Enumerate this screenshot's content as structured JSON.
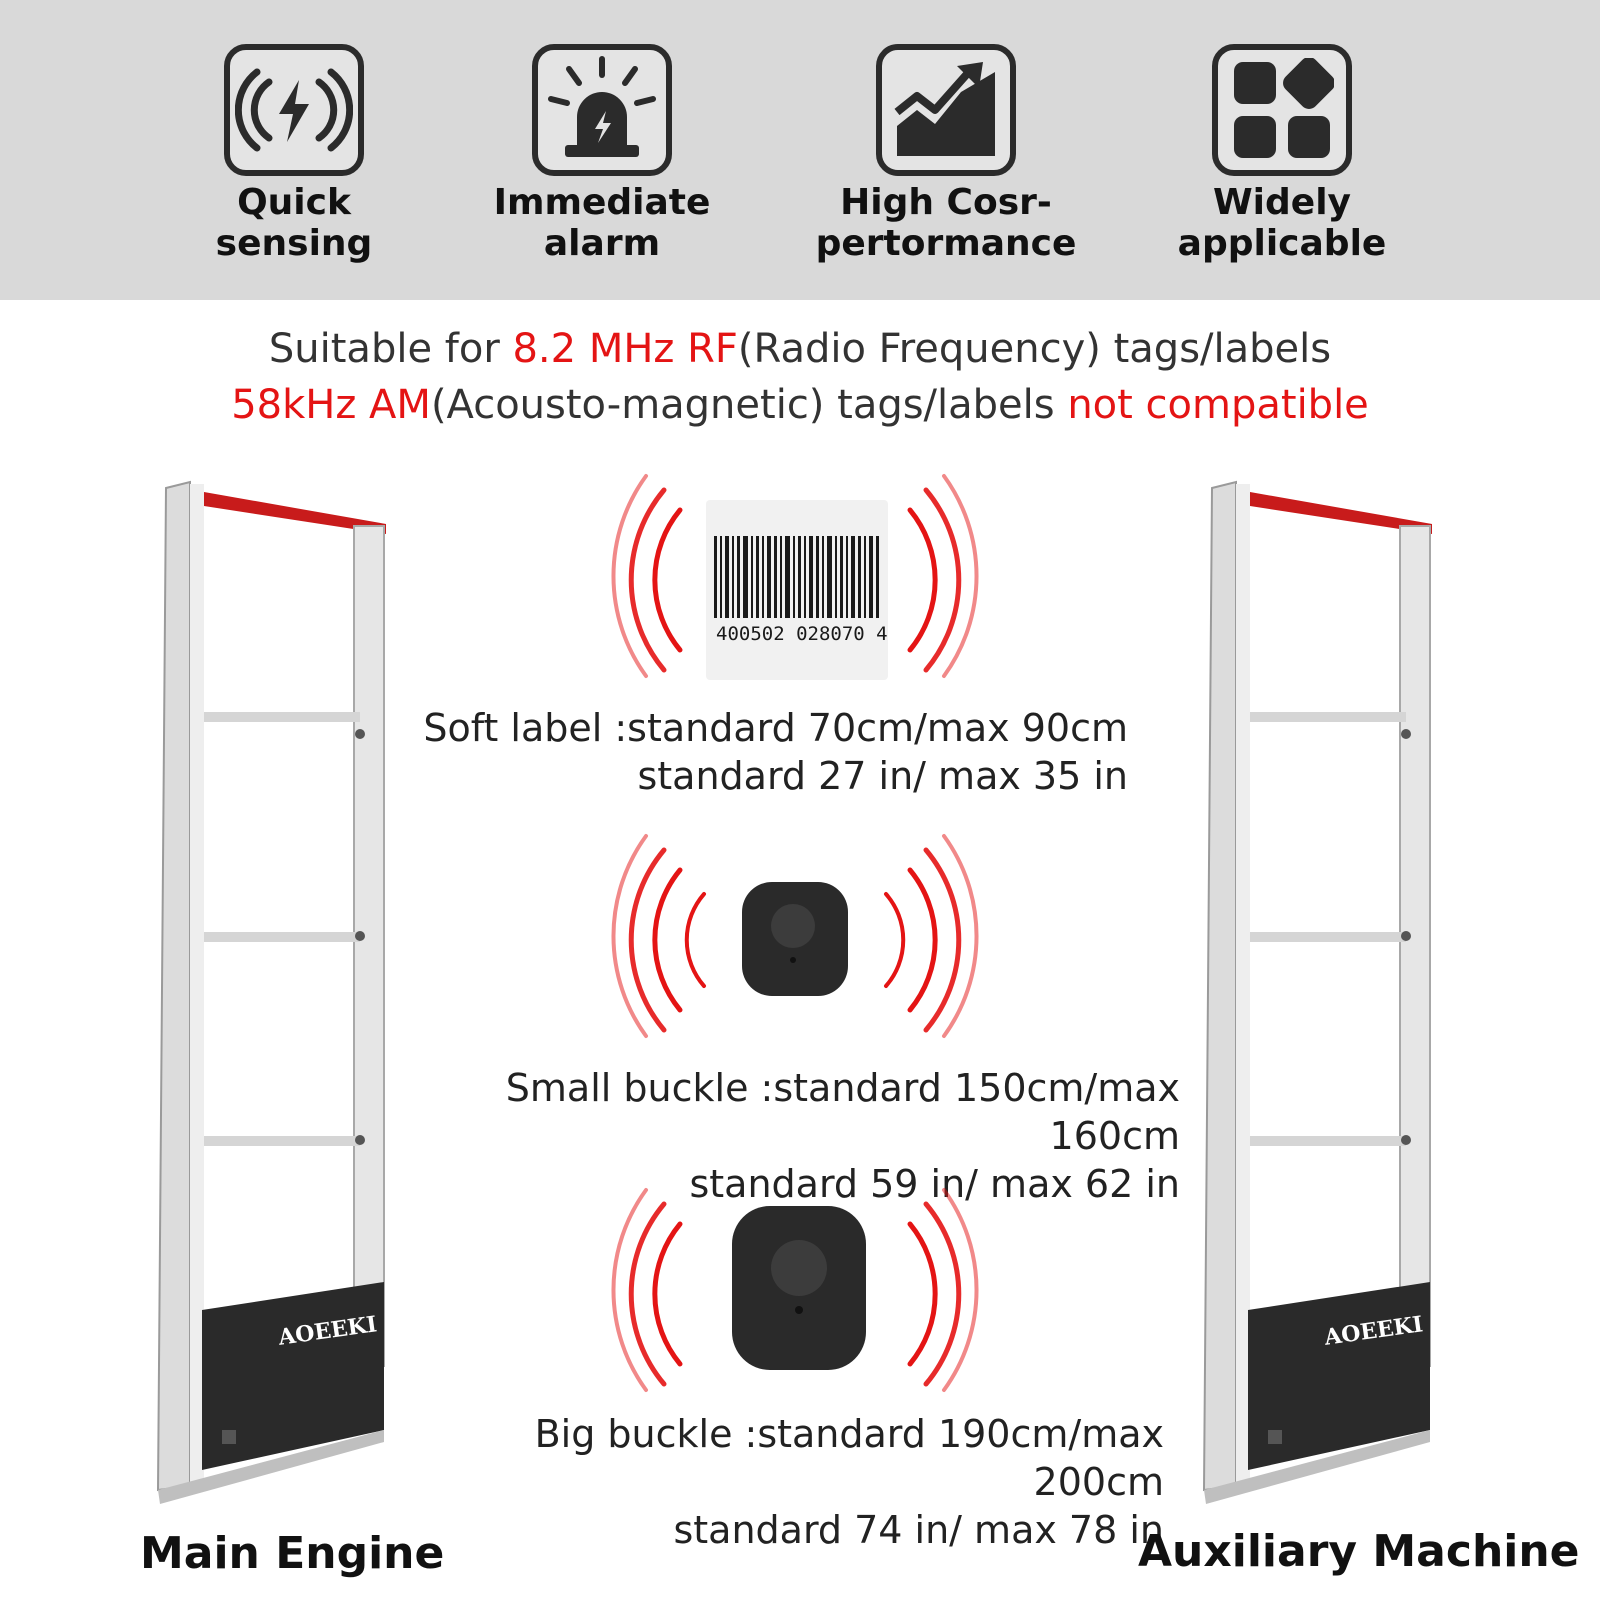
{
  "features": [
    {
      "line1": "Quick",
      "line2": "sensing",
      "icon": "wireless-charge-icon"
    },
    {
      "line1": "Immediate",
      "line2": "alarm",
      "icon": "alarm-siren-icon"
    },
    {
      "line1": "High Cosr-",
      "line2": "pertormance",
      "icon": "rising-chart-icon"
    },
    {
      "line1": "Widely",
      "line2": "applicable",
      "icon": "apps-grid-icon"
    }
  ],
  "notice": {
    "line1_pre": "Suitable for ",
    "line1_red": "8.2 MHz RF",
    "line1_post": "(Radio Frequency) tags/labels",
    "line2_red": "58kHz AM",
    "line2_mid": "(Acousto-magnetic) tags/labels ",
    "line2_red2": "not compatible"
  },
  "gates": {
    "brand": "AOEEKI",
    "left_label": "Main Engine",
    "right_label": "Auxiliary Machine"
  },
  "tags": [
    {
      "name": "Soft label :standard 70cm/max 90cm",
      "imperial": "standard 27 in/ max 35 in",
      "barcode": "400502 028070 4("
    },
    {
      "name": "Small buckle :standard 150cm/max 160cm",
      "imperial": "standard 59 in/ max 62 in"
    },
    {
      "name": "Big buckle  :standard 190cm/max 200cm",
      "imperial": "standard 74 in/ max 78 in"
    }
  ],
  "colors": {
    "accent": "#e41414",
    "band": "#d9d9d9",
    "gate_frame": "#e3e3e3",
    "gate_panel": "#2a2a2a"
  }
}
